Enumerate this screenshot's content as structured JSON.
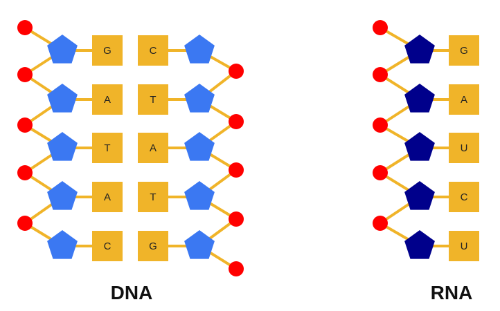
{
  "colors": {
    "phosphate": "#ff0000",
    "dna_sugar": "#3b78f2",
    "rna_sugar": "#00008b",
    "base": "#f0b429",
    "bond": "#f0b429",
    "base_text": "#222222",
    "caption_text": "#111111"
  },
  "dna": {
    "label": "DNA",
    "left_strand": [
      "G",
      "A",
      "T",
      "A",
      "C"
    ],
    "right_strand": [
      "C",
      "T",
      "A",
      "T",
      "G"
    ]
  },
  "rna": {
    "label": "RNA",
    "strand": [
      "G",
      "A",
      "U",
      "C",
      "U"
    ]
  }
}
